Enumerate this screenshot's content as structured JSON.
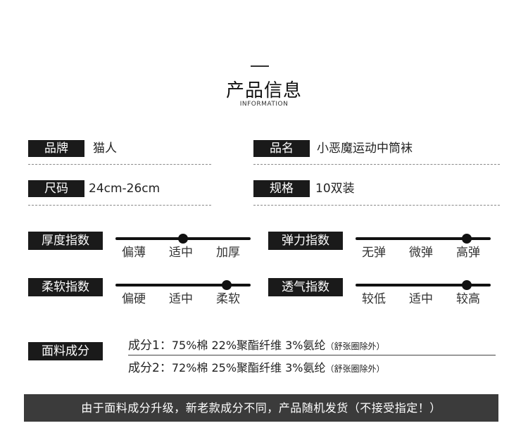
{
  "header": {
    "title": "产品信息",
    "subtitle": "INFORMATION"
  },
  "specs": {
    "brand_label": "品牌",
    "brand_value": "猫人",
    "name_label": "品名",
    "name_value": "小恶魔运动中筒袜",
    "size_label": "尺码",
    "size_value": "24cm-26cm",
    "pack_label": "规格",
    "pack_value": "10双装"
  },
  "scales": [
    {
      "label": "厚度指数",
      "ticks": [
        "偏薄",
        "适中",
        "加厚"
      ],
      "level": 0.5
    },
    {
      "label": "弹力指数",
      "ticks": [
        "无弹",
        "微弹",
        "高弹"
      ],
      "level": 0.85
    },
    {
      "label": "柔软指数",
      "ticks": [
        "偏硬",
        "适中",
        "柔软"
      ],
      "level": 0.85
    },
    {
      "label": "透气指数",
      "ticks": [
        "较低",
        "适中",
        "较高"
      ],
      "level": 0.85
    }
  ],
  "fabric": {
    "label": "面料成分",
    "line1_label": "成分1：",
    "line1_text": "75%棉 22%聚酯纤维 3%氨纶",
    "line1_note": "（舒张圈除外）",
    "line2_label": "成分2：",
    "line2_text": "72%棉 25%聚酯纤维 3%氨纶",
    "line2_note": "（舒张圈除外）"
  },
  "notice": "由于面料成分升级，新老款成分不同，产品随机发货（不接受指定！）"
}
